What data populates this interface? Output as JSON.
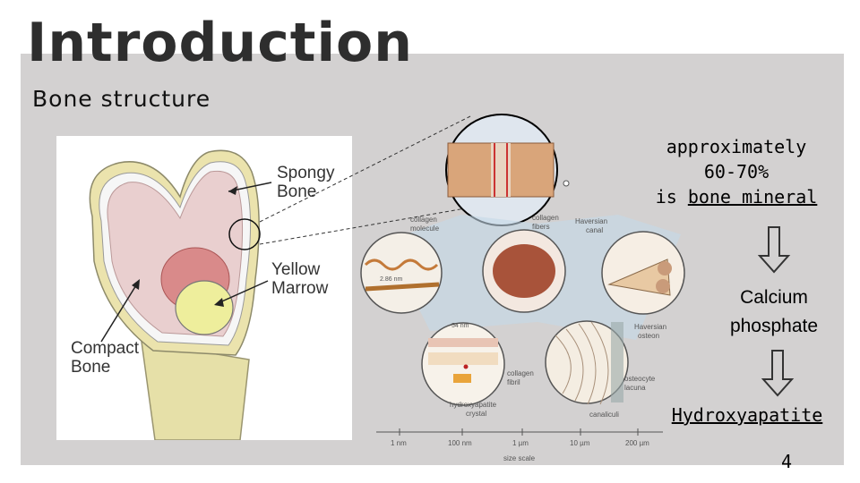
{
  "slide": {
    "title": "Introduction",
    "subtitle": "Bone structure",
    "page_number": "4"
  },
  "bone_labels": {
    "spongy": "Spongy\nBone",
    "yellow_marrow": "Yellow\nMarrow",
    "compact": "Compact\nBone"
  },
  "micro_labels": {
    "collagen_molecule": [
      "collagen",
      "molecule"
    ],
    "collagen_fibers": [
      "collagen",
      "fibers"
    ],
    "haversian_canal": [
      "Haversian",
      "canal"
    ],
    "haversian_osteon": [
      "Haversian",
      "osteon"
    ],
    "collagen_fibril": [
      "collagen",
      "fibril"
    ],
    "osteocyte_lacuna": [
      "osteocyte",
      "lacuna"
    ],
    "hydroxyapatite_crystal": [
      "hydroxyapatite",
      "crystal"
    ],
    "canaliculi": "canaliculi",
    "dim_2_86": "2.86 nm",
    "dim_54": "54 nm",
    "scale_ticks": [
      "1 nm",
      "100 nm",
      "1 µm",
      "10 µm",
      "200 µm"
    ],
    "size_scale": "size scale"
  },
  "callout": {
    "line1": "approximately",
    "line2": "60-70%",
    "line3_prefix": "is ",
    "line3_underlined": "bone mineral",
    "calcium_line1": "Calcium",
    "calcium_line2": "phosphate",
    "hydroxyapatite": "Hydroxyapatite"
  },
  "colors": {
    "panel": "#d3d1d1",
    "bone_shaft": "#e6e0a8",
    "spongy": "#e9cfcf",
    "marrow_red": "#d98a8a",
    "marrow_yellow": "#eeee9c"
  }
}
